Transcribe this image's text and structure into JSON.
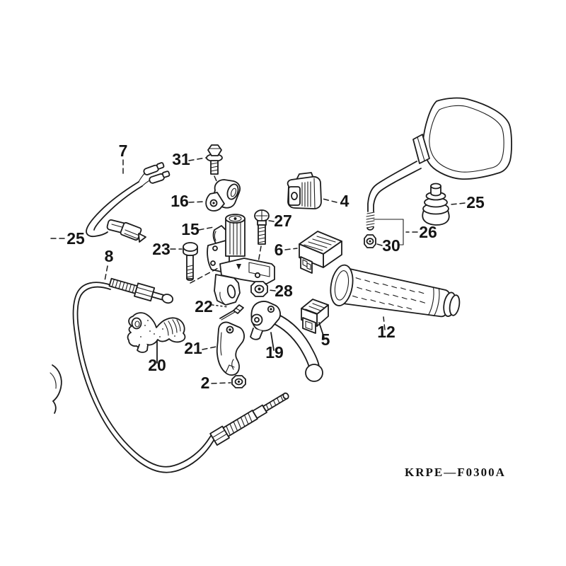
{
  "diagram": {
    "code": "KRPE—F0300A",
    "colors": {
      "background": "#ffffff",
      "ink": "#1c1c1c"
    },
    "callouts": [
      {
        "ref": "7"
      },
      {
        "ref": "31"
      },
      {
        "ref": "16"
      },
      {
        "ref": "4"
      },
      {
        "ref": "27"
      },
      {
        "ref": "25"
      },
      {
        "ref": "26"
      },
      {
        "ref": "30"
      },
      {
        "ref": "25"
      },
      {
        "ref": "15"
      },
      {
        "ref": "23"
      },
      {
        "ref": "6"
      },
      {
        "ref": "8"
      },
      {
        "ref": "28"
      },
      {
        "ref": "22"
      },
      {
        "ref": "12"
      },
      {
        "ref": "5"
      },
      {
        "ref": "19"
      },
      {
        "ref": "21"
      },
      {
        "ref": "20"
      },
      {
        "ref": "2"
      }
    ]
  }
}
